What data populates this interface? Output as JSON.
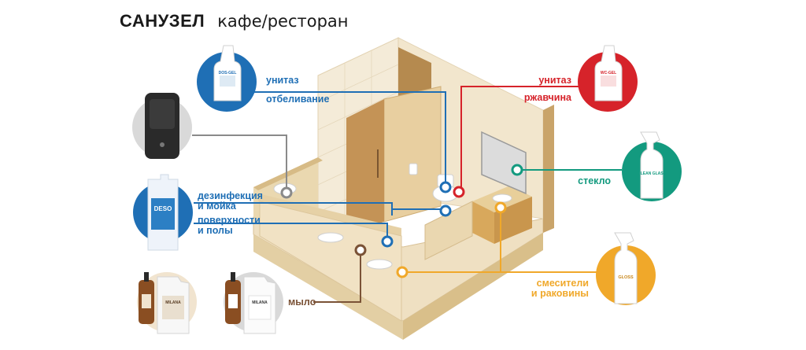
{
  "title": {
    "main": "САНУЗЕЛ",
    "sub": "кафе/ресторан"
  },
  "colors": {
    "blue": "#1f6fb5",
    "red": "#d6232a",
    "teal": "#139a7f",
    "gray": "#8a8a8a",
    "brown": "#7a5236",
    "yellow": "#f0a82a",
    "room_floor": "#efe0c2",
    "room_wall": "#e8d5a8",
    "room_wall_dark": "#c9a46a",
    "product_circle_gray": "#d9d9d9",
    "product_circle_beige": "#f1e4cf"
  },
  "labels": {
    "blue_top_1": "унитаз",
    "blue_top_2": "отбеливание",
    "red_1": "унитаз",
    "red_2": "ржавчина",
    "teal": "стекло",
    "blue_mid_1": "дезинфекция",
    "blue_mid_2": "и мойка",
    "blue_mid_3": "поверхности",
    "blue_mid_4": "и полы",
    "brown": "мыло",
    "yellow_1": "смесители",
    "yellow_2": "и раковины"
  },
  "products": {
    "dos_gel": "DOS-GEL",
    "wc_gel": "WC-GEL",
    "clean_glass": "CLEAN GLASS",
    "gloss": "GLOSS",
    "deso": "DESO",
    "milana": "MILANA",
    "dispenser_icon": "soap-dispenser-icon"
  }
}
